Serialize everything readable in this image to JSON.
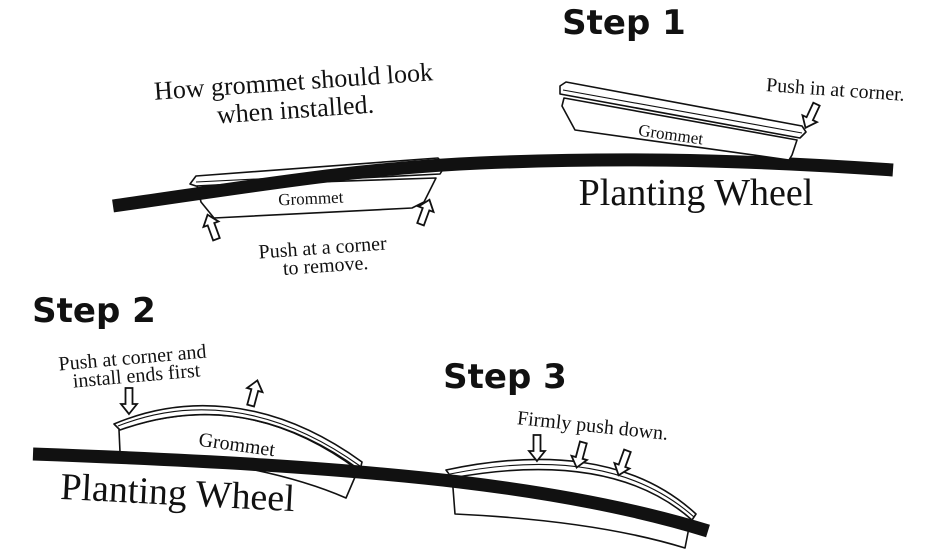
{
  "steps": {
    "step1": "Step 1",
    "step2": "Step 2",
    "step3": "Step 3"
  },
  "captions": {
    "how_line1": "How grommet should look",
    "how_line2": "when installed.",
    "remove_line1": "Push at a corner",
    "remove_line2": "to remove.",
    "push_in_corner": "Push in at corner.",
    "install_line1": "Push at corner and",
    "install_line2": "install ends first",
    "firmly_push": "Firmly push down."
  },
  "labels": {
    "grommet_installed": "Grommet",
    "grommet_step1": "Grommet",
    "grommet_step2": "Grommet",
    "wheel_top": "Planting Wheel",
    "wheel_bottom": "Planting Wheel"
  },
  "colors": {
    "ink": "#111111",
    "paper": "#ffffff"
  },
  "icons": [
    "arrow-up-icon",
    "arrow-down-icon",
    "arrow-down-left-icon"
  ]
}
